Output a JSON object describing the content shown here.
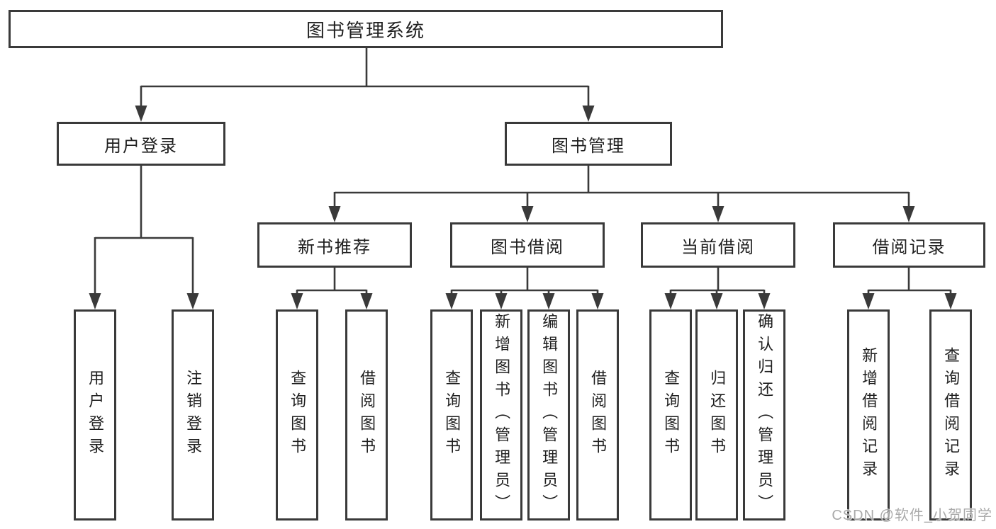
{
  "diagram_title": "图书管理系统",
  "watermark": "CSDN @软件_小贺同学",
  "tree": {
    "root": {
      "label": "图书管理系统"
    },
    "branches": [
      {
        "label": "用户登录",
        "children": [
          {
            "label": "用户登录"
          },
          {
            "label": "注销登录"
          }
        ]
      },
      {
        "label": "图书管理",
        "modules": [
          {
            "label": "新书推荐",
            "children": [
              {
                "label": "查询图书"
              },
              {
                "label": "借阅图书"
              }
            ]
          },
          {
            "label": "图书借阅",
            "children": [
              {
                "label": "查询图书"
              },
              {
                "label": "新增图书（管理员）"
              },
              {
                "label": "编辑图书（管理员）"
              },
              {
                "label": "借阅图书"
              }
            ]
          },
          {
            "label": "当前借阅",
            "children": [
              {
                "label": "查询图书"
              },
              {
                "label": "归还图书"
              },
              {
                "label": "确认归还（管理员）"
              }
            ]
          },
          {
            "label": "借阅记录",
            "children": [
              {
                "label": "新增借阅记录"
              },
              {
                "label": "查询借阅记录"
              }
            ]
          }
        ]
      }
    ]
  },
  "colors": {
    "line": "#3a3a3a",
    "text": "#1f1f1f",
    "background": "#ffffff",
    "watermark": "#a6a6a6"
  }
}
